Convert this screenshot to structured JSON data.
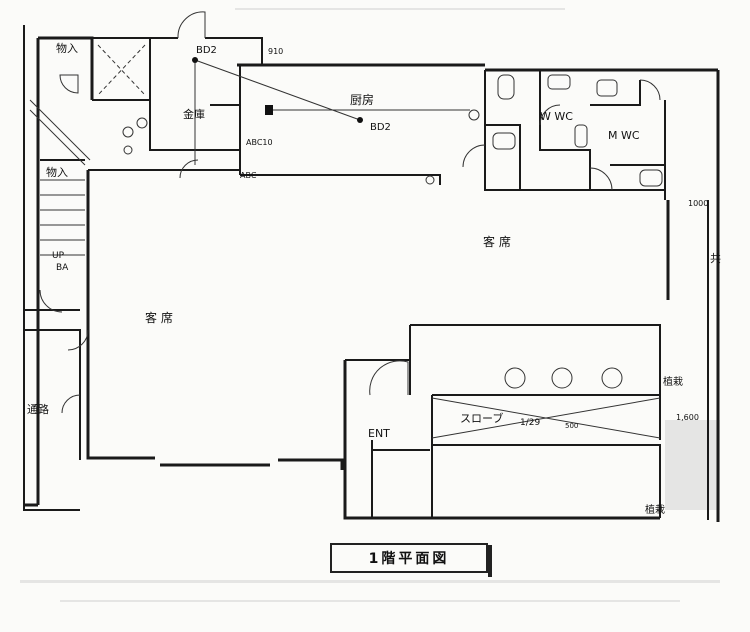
{
  "labels": {
    "storage_top": "物入",
    "storage_left": "物入",
    "safe_room": "金庫",
    "kitchen": "厨房",
    "w_wc": "W WC",
    "m_wc": "M WC",
    "guest_seats_right": "客 席",
    "guest_seats_left": "客 席",
    "passage": "通路",
    "entrance": "ENT",
    "slope": "スローブ",
    "slope_ratio": "1/29",
    "planting_top": "植栽",
    "planting_bottom": "植栽",
    "upper_right": "共",
    "bd2_top": "BD2",
    "bd2_kitchen": "BD2",
    "abc10_a": "ABC10",
    "abc10_b": "ABC",
    "up": "UP",
    "ba": "BA",
    "dim_910": "910",
    "dim_1000": "1000",
    "dim_1600": "1,600",
    "dim_500": "500"
  },
  "title": "1階平面図"
}
